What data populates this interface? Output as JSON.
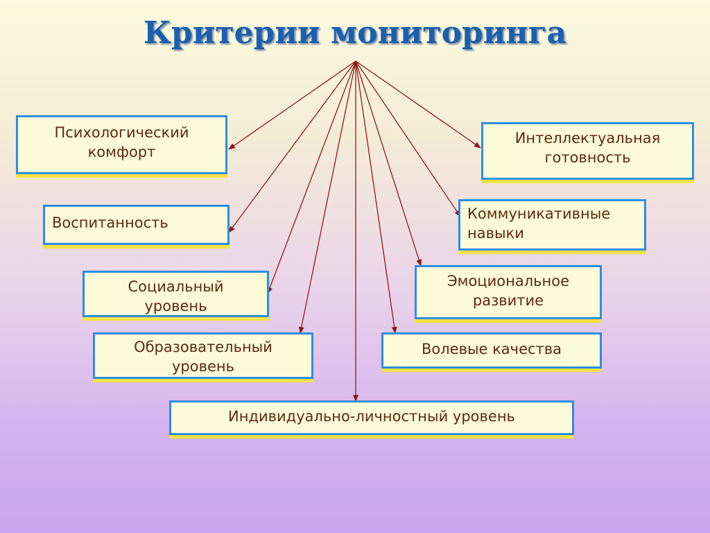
{
  "title": "Критерии мониторинга",
  "criteria": [
    {
      "label": "Психологический\nкомфорт"
    },
    {
      "label": "Воспитанность"
    },
    {
      "label": "Социальный\nуровень"
    },
    {
      "label": "Образовательный\nуровень"
    },
    {
      "label": "Индивидуально-личностный уровень"
    },
    {
      "label": "Волевые качества"
    },
    {
      "label": "Эмоциональное\nразвитие"
    },
    {
      "label": "Коммуникативные\nнавыки"
    },
    {
      "label": "Интеллектуальная\nготовность"
    }
  ],
  "colors": {
    "title": "#1a5fb0",
    "box_border": "#2c8ee0",
    "box_fill": "#fdfad8",
    "box_shadow": "#f4e24a",
    "text": "#5c2a10",
    "arrow": "#8b1a1a"
  }
}
